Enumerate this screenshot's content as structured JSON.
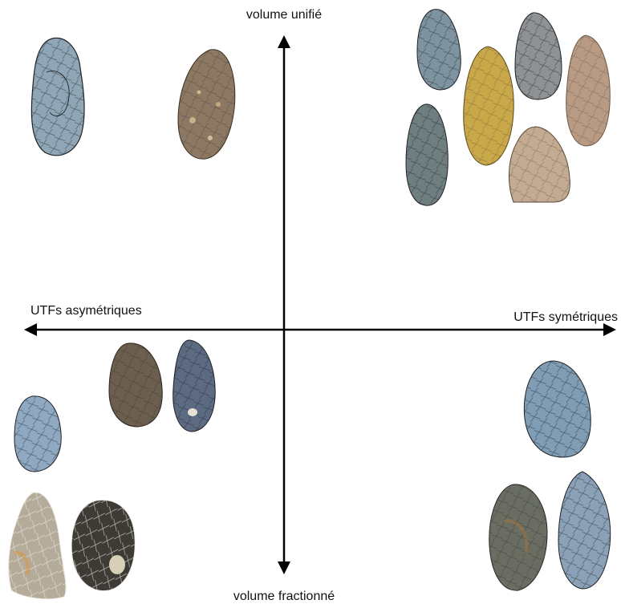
{
  "axes": {
    "top_label": "volume unifié",
    "bottom_label": "volume fractionné",
    "left_label": "UTFs asymétriques",
    "right_label": "UTFs symétriques"
  },
  "quadrants": [
    {
      "name": "top-left",
      "artifact_count": 2,
      "artifact_colors": [
        "#8fa6b6",
        "#8c7863"
      ]
    },
    {
      "name": "top-right",
      "artifact_count": 6,
      "artifact_colors": [
        "#7d93a0",
        "#c9a849",
        "#8e9294",
        "#b99a82",
        "#6f7f80",
        "#c2ab90"
      ]
    },
    {
      "name": "bottom-left",
      "artifact_count": 5,
      "artifact_colors": [
        "#6d5f4f",
        "#5c6a82",
        "#8fa9c2",
        "#b5ab9a",
        "#3e3a35"
      ]
    },
    {
      "name": "bottom-right",
      "artifact_count": 3,
      "artifact_colors": [
        "#7f9db5",
        "#6a6d62",
        "#8ba1b7"
      ]
    }
  ],
  "colors": {
    "axis": "#000000",
    "edge": "#1f2226"
  }
}
